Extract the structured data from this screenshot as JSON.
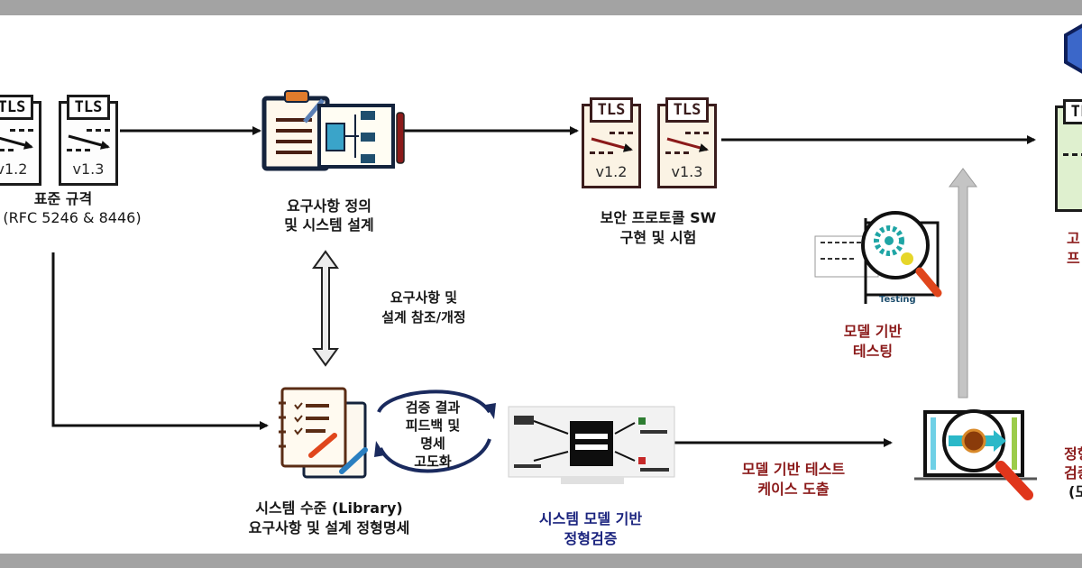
{
  "diagram": {
    "type": "process-flow",
    "colors": {
      "frame": "#a3a3a3",
      "background": "#ffffff",
      "arrow": "#111111",
      "feedback_arrow": "#b8b8b8",
      "label_dark": "#161616",
      "label_red": "#8b1a1a",
      "label_blue": "#1a237e",
      "loop_arrow": "#1a2a5e"
    }
  },
  "nodes": {
    "standard": {
      "icon_label": "TLS",
      "versions": [
        "v1.2",
        "v1.3"
      ],
      "title": "표준 규격",
      "subtitle": "(RFC 5246 & 8446)"
    },
    "requirements": {
      "title_line1": "요구사항 정의",
      "title_line2": "및 시스템 설계"
    },
    "implementation": {
      "icon_label": "TLS",
      "versions": [
        "v1.2",
        "v1.3"
      ],
      "title_line1": "보안 프로토콜 SW",
      "title_line2": "구현 및 시험"
    },
    "final": {
      "icon_label": "TLS",
      "title_line1": "고",
      "title_line2": "프"
    },
    "library_spec": {
      "title_line1": "시스템 수준 (Library)",
      "title_line2": "요구사항 및 설계 정형명세"
    },
    "feedback_loop": {
      "line1": "검증 결과",
      "line2": "피드백 및",
      "line3": "명세",
      "line4": "고도화"
    },
    "model_verification": {
      "title_line1": "시스템 모델 기반",
      "title_line2": "정형검증"
    },
    "model_testing": {
      "caption": "Testing",
      "title_line1": "모델 기반",
      "title_line2": "테스팅"
    },
    "formal_verification_right": {
      "title_line1": "정형",
      "title_line2": "검증",
      "title_line3": "(모"
    }
  },
  "edges": {
    "ref_label_line1": "요구사항 및",
    "ref_label_line2": "설계 참조/개정",
    "testcase_label_line1": "모델 기반 테스트",
    "testcase_label_line2": "케이스 도출"
  }
}
